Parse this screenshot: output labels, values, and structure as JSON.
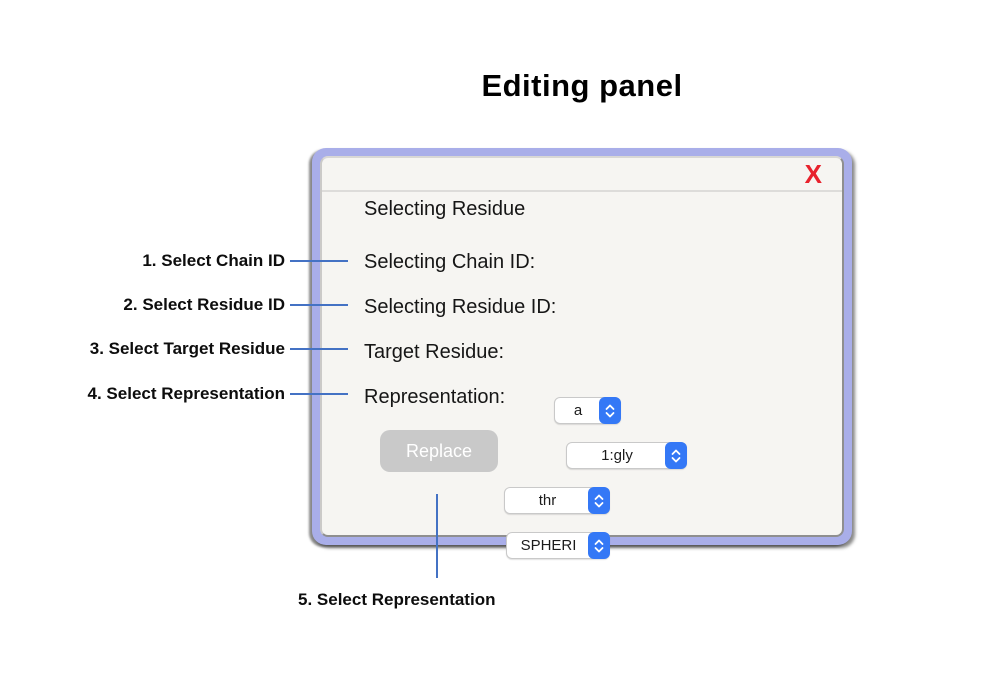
{
  "page": {
    "title": "Editing panel"
  },
  "panel": {
    "close_label": "X",
    "section_title": "Selecting Residue",
    "fields": [
      {
        "label": "Selecting Chain ID:",
        "value": "a"
      },
      {
        "label": "Selecting Residue ID:",
        "value": "1:gly"
      },
      {
        "label": "Target Residue:",
        "value": "thr"
      },
      {
        "label": "Representation:",
        "value": "SPHERI"
      }
    ],
    "replace_button_label": "Replace"
  },
  "annotations": {
    "items": [
      {
        "label": "1. Select Chain ID"
      },
      {
        "label": "2. Select Residue ID"
      },
      {
        "label": "3. Select Target Residue"
      },
      {
        "label": "4. Select Representation"
      }
    ],
    "bottom_label": "5. Select Representation"
  },
  "colors": {
    "panel_border": "#a9aee9",
    "panel_background": "#f6f5f2",
    "accent_blue": "#3478f6",
    "callout_blue": "#4472c4",
    "close_red": "#e8222d",
    "disabled_button": "#c9c9c9"
  }
}
